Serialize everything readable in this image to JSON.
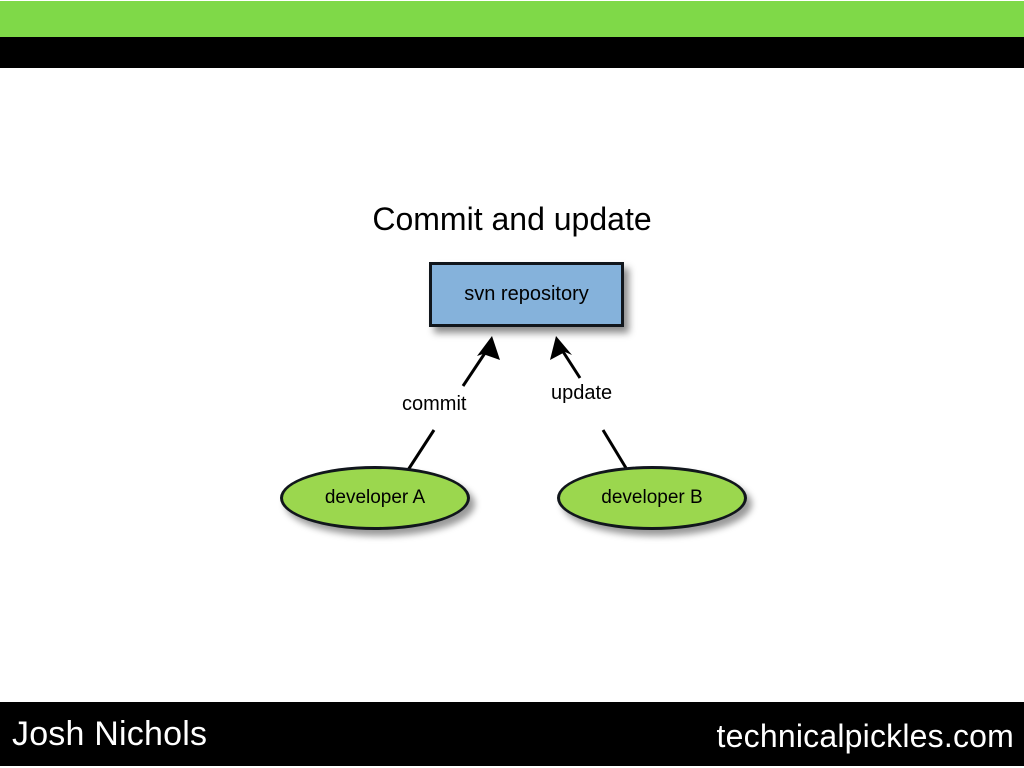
{
  "slide": {
    "title": "Commit and update",
    "background_color": "#ffffff"
  },
  "header": {
    "green_band_color": "#7FD948",
    "black_band_color": "#000000"
  },
  "diagram": {
    "type": "node-edge",
    "repository": {
      "label": "svn repository",
      "shape": "rectangle",
      "fill_color": "#85B2DB",
      "stroke_color": "#11161c"
    },
    "nodes": [
      {
        "label": "developer A",
        "shape": "ellipse",
        "fill_color": "#9BD74E",
        "stroke_color": "#11161c"
      },
      {
        "label": "developer B",
        "shape": "ellipse",
        "fill_color": "#9BD74E",
        "stroke_color": "#11161c"
      }
    ],
    "edges": [
      {
        "label": "commit",
        "from": "developer A",
        "to": "svn repository",
        "direction": "up"
      },
      {
        "label": "update",
        "from": "developer B",
        "to": "svn repository",
        "direction": "up"
      }
    ]
  },
  "footer": {
    "author": "Josh Nichols",
    "site": "technicalpickles.com",
    "background_color": "#000000",
    "text_color": "#ffffff"
  }
}
